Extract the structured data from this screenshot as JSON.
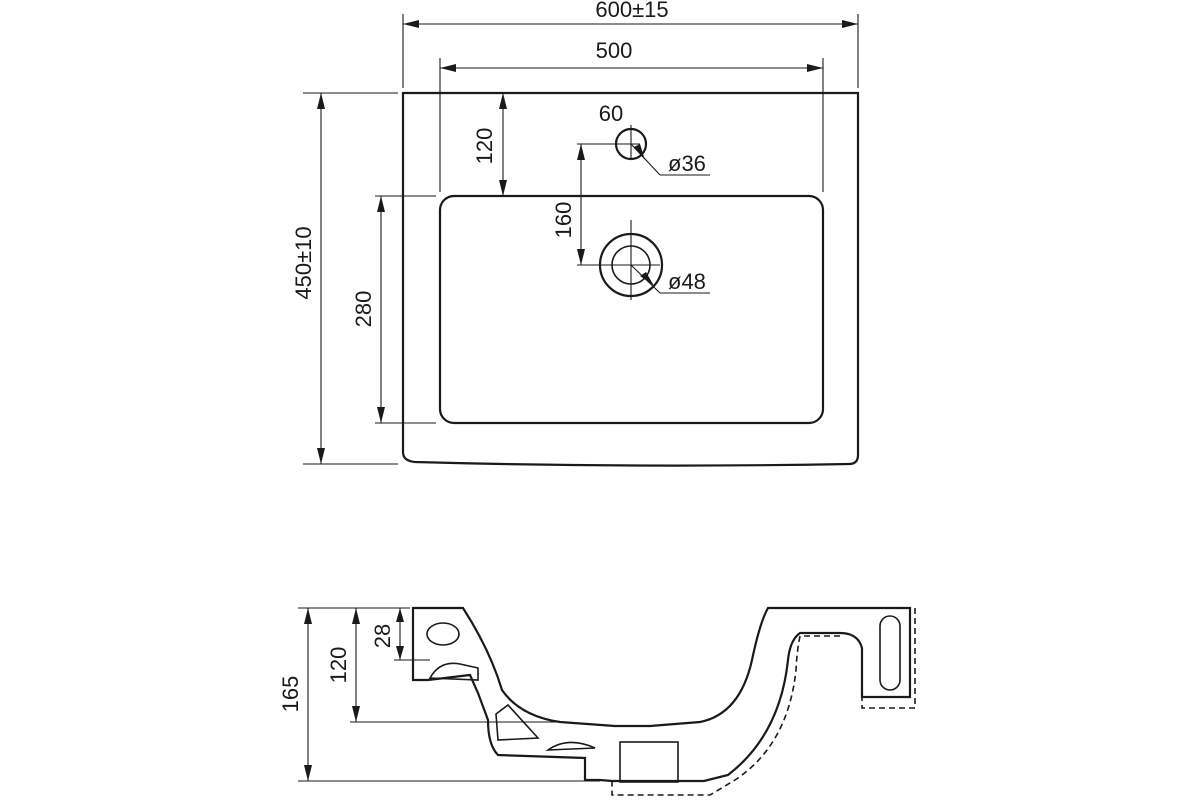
{
  "plan_view": {
    "overall_width": "600±15",
    "bowl_width": "500",
    "tap_offset": "60",
    "tap_hole_diameter": "ø36",
    "tap_to_drain": "160",
    "back_to_bowl": "120",
    "overall_depth": "450±10",
    "bowl_depth": "280",
    "drain_hole_diameter": "ø48"
  },
  "section_view": {
    "total_height": "165",
    "bowl_height": "120",
    "rim_height": "28"
  }
}
